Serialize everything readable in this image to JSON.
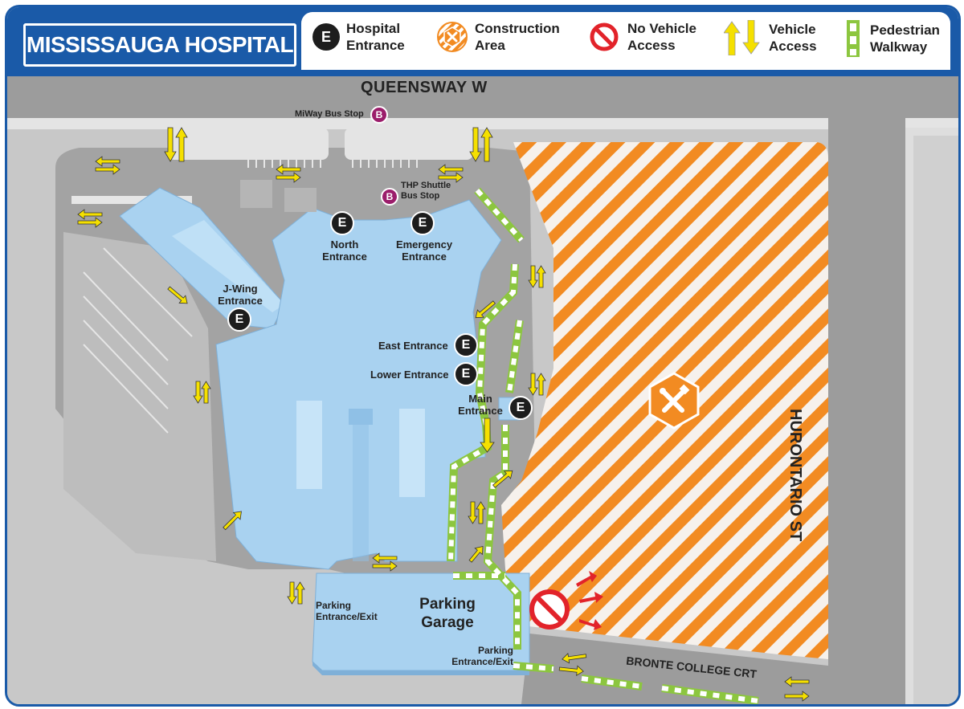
{
  "title": "MISSISSAUGA HOSPITAL",
  "legend": {
    "hospital_entrance": {
      "line1": "Hospital",
      "line2": "Entrance",
      "icon": "hospital-entrance-e-icon"
    },
    "construction": {
      "line1": "Construction",
      "line2": "Area",
      "icon": "construction-tools-icon"
    },
    "no_vehicle": {
      "line1": "No Vehicle",
      "line2": "Access",
      "icon": "no-entry-icon"
    },
    "vehicle": {
      "line1": "Vehicle",
      "line2": "Access",
      "icon": "two-way-arrow-icon"
    },
    "pedestrian": {
      "line1": "Pedestrian",
      "line2": "Walkway",
      "icon": "dashed-walkway-icon"
    }
  },
  "streets": {
    "queensway": "QUEENSWAY W",
    "hurontario": "HURONTARIO ST",
    "bronte": "BRONTE COLLEGE CRT"
  },
  "bus_stops": {
    "miway": {
      "label": "MiWay Bus Stop",
      "badge": "B"
    },
    "shuttle": {
      "line1": "THP Shuttle",
      "line2": "Bus Stop",
      "badge": "B"
    }
  },
  "entrances": {
    "badge": "E",
    "north": {
      "line1": "North",
      "line2": "Entrance"
    },
    "emergency": {
      "line1": "Emergency",
      "line2": "Entrance"
    },
    "jwing": {
      "line1": "J-Wing",
      "line2": "Entrance"
    },
    "east": "East Entrance",
    "lower": "Lower Entrance",
    "main": {
      "line1": "Main",
      "line2": "Entrance"
    }
  },
  "parking": {
    "garage": {
      "line1": "Parking",
      "line2": "Garage"
    },
    "entrance_west": {
      "line1": "Parking",
      "line2": "Entrance/Exit"
    },
    "entrance_south": {
      "line1": "Parking",
      "line2": "Entrance/Exit"
    }
  },
  "colors": {
    "brand_blue": "#1a5aa8",
    "building": "#a9d2f0",
    "road": "#9a9a9a",
    "construction_orange": "#f28b22",
    "walkway_green": "#8cc63f",
    "arrow_yellow": "#f5e000",
    "no_access_red": "#e2232a",
    "bus_purple": "#9b1d6b"
  }
}
